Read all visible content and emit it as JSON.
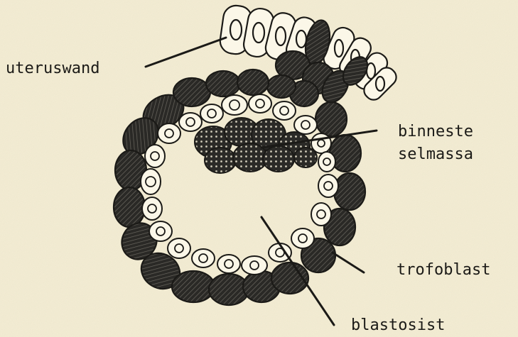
{
  "labels": {
    "uteruswand": "uteruswand",
    "binneste": "binneste",
    "selmassa": "selmassa",
    "trofoblast": "trofoblast",
    "blastosist": "blastosist"
  },
  "colors": {
    "paper": "#f3ecd2",
    "ink": "#1b1a17",
    "light_cell": "#fbf7e8"
  }
}
